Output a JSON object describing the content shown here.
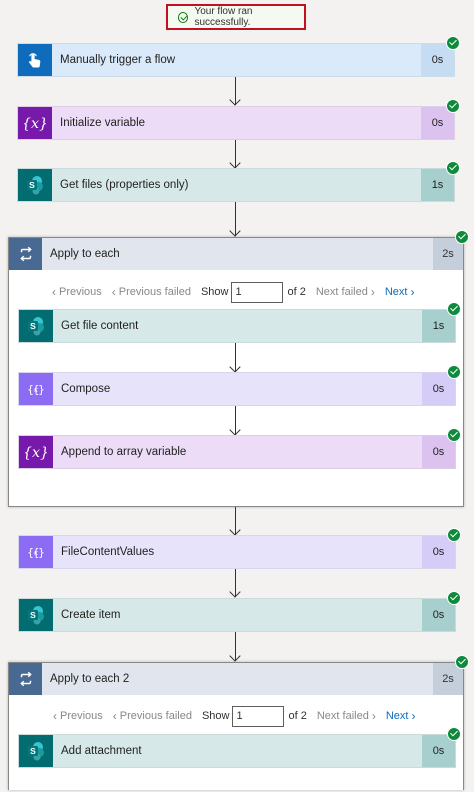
{
  "banner": {
    "text": "Your flow ran successfully."
  },
  "steps": [
    {
      "label": "Manually trigger a flow",
      "duration": "0s",
      "icon": "touch-trigger-icon"
    },
    {
      "label": "Initialize variable",
      "duration": "0s",
      "icon": "variable-icon"
    },
    {
      "label": "Get files (properties only)",
      "duration": "1s",
      "icon": "sharepoint-icon"
    }
  ],
  "loop1": {
    "label": "Apply to each",
    "duration": "2s",
    "pager": {
      "previous": "Previous",
      "previous_failed": "Previous failed",
      "show": "Show",
      "page": "1",
      "of_total": "of 2",
      "next_failed": "Next failed",
      "next": "Next"
    },
    "steps": [
      {
        "label": "Get file content",
        "duration": "1s",
        "icon": "sharepoint-icon"
      },
      {
        "label": "Compose",
        "duration": "0s",
        "icon": "compose-icon"
      },
      {
        "label": "Append to array variable",
        "duration": "0s",
        "icon": "variable-icon"
      }
    ]
  },
  "steps2": [
    {
      "label": "FileContentValues",
      "duration": "0s",
      "icon": "compose-icon"
    },
    {
      "label": "Create item",
      "duration": "0s",
      "icon": "sharepoint-icon"
    }
  ],
  "loop2": {
    "label": "Apply to each 2",
    "duration": "2s",
    "pager": {
      "previous": "Previous",
      "previous_failed": "Previous failed",
      "show": "Show",
      "page": "1",
      "of_total": "of 2",
      "next_failed": "Next failed",
      "next": "Next"
    },
    "steps": [
      {
        "label": "Add attachment",
        "duration": "0s",
        "icon": "sharepoint-icon"
      }
    ]
  }
}
